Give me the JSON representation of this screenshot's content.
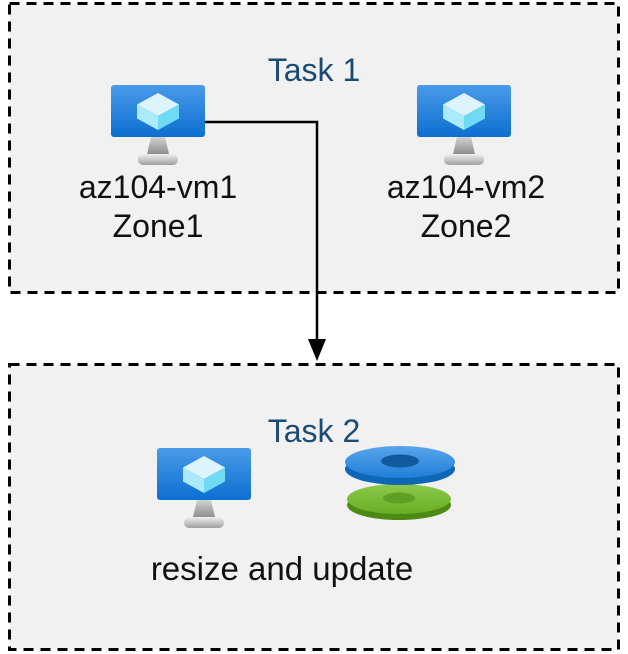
{
  "task1": {
    "title": "Task 1",
    "vms": [
      {
        "name": "az104-vm1",
        "zone": "Zone1"
      },
      {
        "name": "az104-vm2",
        "zone": "Zone2"
      }
    ]
  },
  "task2": {
    "title": "Task 2",
    "caption": "resize and update"
  },
  "icons": {
    "vm": "azure-virtual-machine-icon",
    "disks": "azure-managed-disks-icon"
  },
  "connector": {
    "from": "az104-vm1",
    "to": "Task 2",
    "style": "elbow-arrow"
  },
  "colors": {
    "box_background": "#f1f1f1",
    "border": "#000000",
    "title_text": "#1b4a73",
    "label_text": "#111111",
    "vm_screen_blue": "#0c6fd0",
    "disk_blue": "#1f7ed7",
    "disk_green": "#6cb226",
    "arrow": "#000000"
  }
}
